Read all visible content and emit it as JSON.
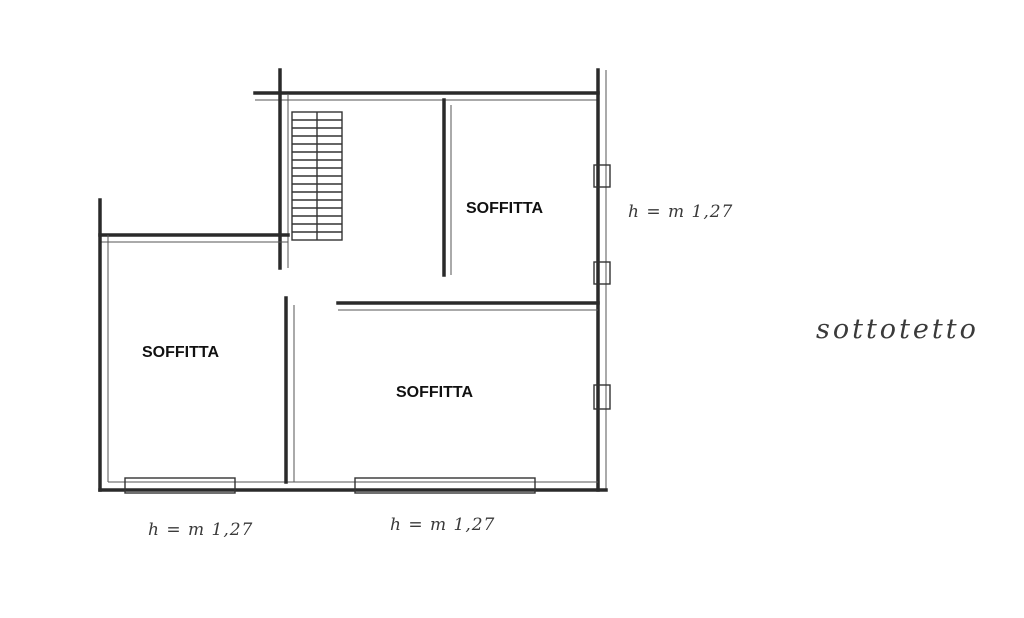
{
  "rooms": {
    "top_right": "SOFFITTA",
    "left": "SOFFITTA",
    "bottom_right": "SOFFITTA"
  },
  "annotations": {
    "height_right": "h = m 1,27",
    "height_bottom_left": "h = m 1,27",
    "height_bottom_right": "h = m 1,27",
    "floor_name": "sottotetto"
  }
}
